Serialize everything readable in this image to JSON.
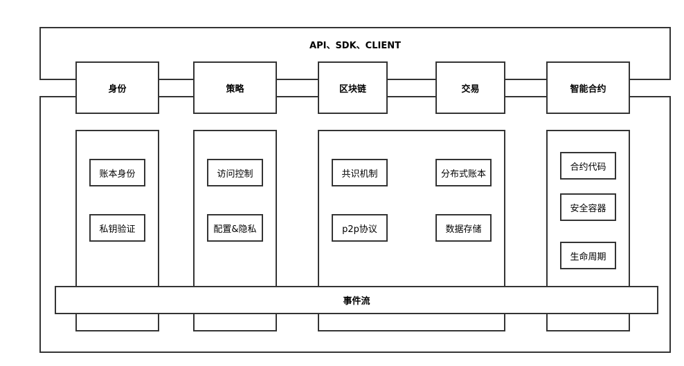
{
  "top_band": {
    "label": "API、SDK、CLIENT"
  },
  "headers": {
    "identity": "身份",
    "policy": "策略",
    "blockchain": "区块链",
    "transaction": "交易",
    "smart_contract": "智能合约"
  },
  "identity_items": [
    "账本身份",
    "私钥验证"
  ],
  "policy_items": [
    "访问控制",
    "配置&隐私"
  ],
  "blockchain_items": [
    "共识机制",
    "分布式账本",
    "p2p协议",
    "数据存储"
  ],
  "contract_items": [
    "合约代码",
    "安全容器",
    "生命周期"
  ],
  "event_stream": {
    "label": "事件流"
  }
}
